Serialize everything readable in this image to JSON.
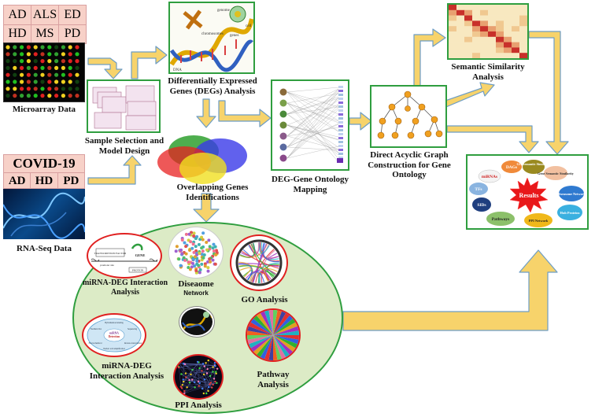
{
  "disease_grid_top": [
    "AD",
    "ALS",
    "ED",
    "HD",
    "MS",
    "PD"
  ],
  "disease_grid_bottom": [
    "AD",
    "HD",
    "PD"
  ],
  "covid_label": "COVID-19",
  "labels": {
    "microarray": "Microarray Data",
    "rnaseq": "RNA-Seq Data",
    "sample": "Sample Selection and Model Design",
    "deg_title": "Differentially Expressed Genes (DEGs) Analysis",
    "overlap": "Overlapping Genes Identifications",
    "deg_go": "DEG-Gene Ontology Mapping",
    "dag": "Direct Acyclic Graph Construction for Gene Ontology",
    "semantic": "Semantic Similarity Analysis",
    "mirna_top": "miRNA-DEG Interaction Analysis",
    "mirna_bottom": "miRNA-DEG Interaction Analysis",
    "diseaome": "Diseaome",
    "diseaome_sub": "Network",
    "go_analysis": "GO Analysis",
    "pathway": "Pathway Analysis",
    "ppi": "PPI Analysis"
  },
  "dna_labels": {
    "genome": "genome",
    "cell": "cell",
    "chromosomes": "chromosomes",
    "genes": "genes",
    "dna": "DNA"
  },
  "tf_labels": {
    "factor": "TRANSCRIPTION FACTOR",
    "gene": "GENE",
    "promoter": "promoter site",
    "protein": "PROTEIN"
  },
  "mirna_circle": {
    "center": "miRNA Detection",
    "t1": "Hybridization labeling",
    "t2": "Sequencing",
    "t3": "Reverse transcription",
    "t4": "Northern blot",
    "t5": "Electrochemical",
    "t6": "Nucleic acid amplification"
  },
  "results": {
    "center": "Results",
    "items": [
      "DAGs",
      "GO Semantic Similarity",
      "Gene Semantic Similarity",
      "miRNAs",
      "TFs",
      "Diseasome Network",
      "SIDs",
      "Hub Proteins",
      "Pathways",
      "PPI Network"
    ]
  },
  "colors": {
    "green_border": "#2f9e3f",
    "arrow_fill": "#f7d36b",
    "arrow_stroke": "#6d9dc5",
    "ellipse_fill": "#dcebc6",
    "red_ring": "#e02020"
  }
}
